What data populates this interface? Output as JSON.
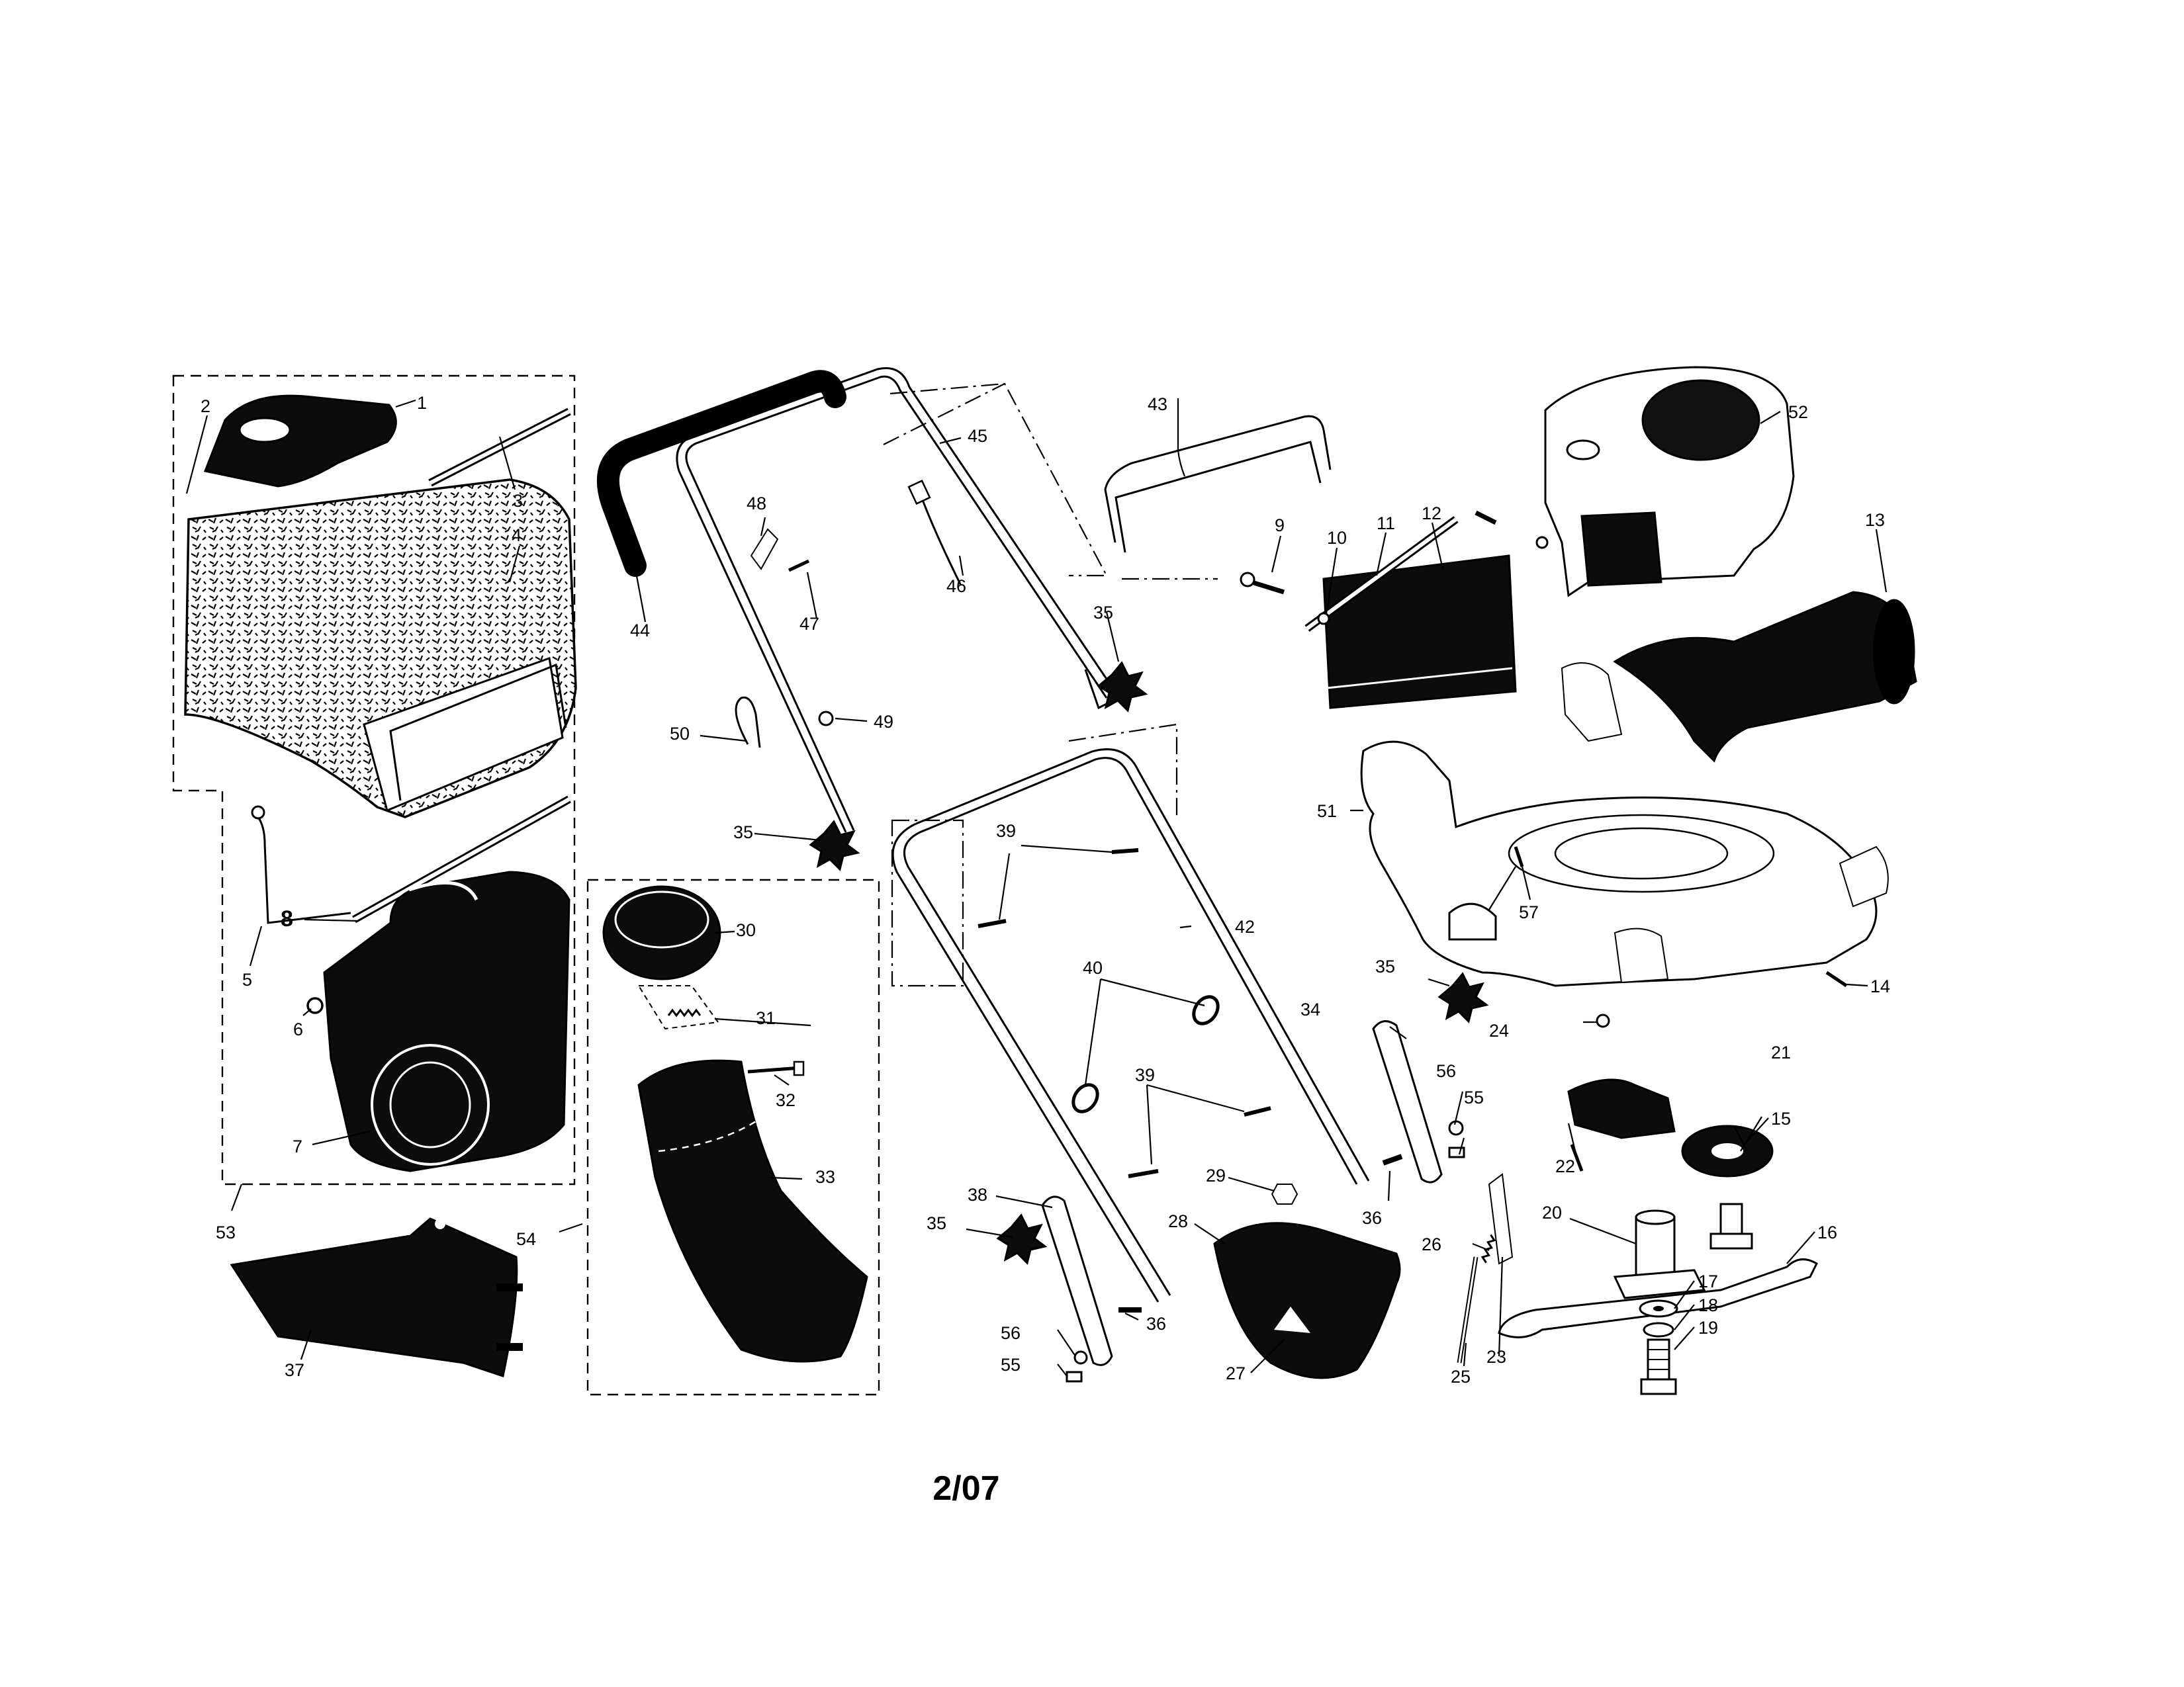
{
  "date_code": "2/07",
  "parts": [
    {
      "id": "1",
      "label": "1"
    },
    {
      "id": "2",
      "label": "2"
    },
    {
      "id": "3",
      "label": "3"
    },
    {
      "id": "4",
      "label": "4"
    },
    {
      "id": "5",
      "label": "5"
    },
    {
      "id": "6",
      "label": "6"
    },
    {
      "id": "7",
      "label": "7"
    },
    {
      "id": "8",
      "label": "8"
    },
    {
      "id": "9",
      "label": "9"
    },
    {
      "id": "10",
      "label": "10"
    },
    {
      "id": "11",
      "label": "11"
    },
    {
      "id": "12",
      "label": "12"
    },
    {
      "id": "13",
      "label": "13"
    },
    {
      "id": "14",
      "label": "14"
    },
    {
      "id": "15",
      "label": "15"
    },
    {
      "id": "16",
      "label": "16"
    },
    {
      "id": "17",
      "label": "17"
    },
    {
      "id": "18",
      "label": "18"
    },
    {
      "id": "19",
      "label": "19"
    },
    {
      "id": "20",
      "label": "20"
    },
    {
      "id": "21",
      "label": "21"
    },
    {
      "id": "22",
      "label": "22"
    },
    {
      "id": "23",
      "label": "23"
    },
    {
      "id": "24",
      "label": "24"
    },
    {
      "id": "25",
      "label": "25"
    },
    {
      "id": "26",
      "label": "26"
    },
    {
      "id": "27",
      "label": "27"
    },
    {
      "id": "28",
      "label": "28"
    },
    {
      "id": "29",
      "label": "29"
    },
    {
      "id": "30",
      "label": "30"
    },
    {
      "id": "31",
      "label": "31"
    },
    {
      "id": "32",
      "label": "32"
    },
    {
      "id": "33",
      "label": "33"
    },
    {
      "id": "34",
      "label": "34"
    },
    {
      "id": "35a",
      "label": "35"
    },
    {
      "id": "35b",
      "label": "35"
    },
    {
      "id": "35c",
      "label": "35"
    },
    {
      "id": "35d",
      "label": "35"
    },
    {
      "id": "36a",
      "label": "36"
    },
    {
      "id": "36b",
      "label": "36"
    },
    {
      "id": "37",
      "label": "37"
    },
    {
      "id": "38",
      "label": "38"
    },
    {
      "id": "39a",
      "label": "39"
    },
    {
      "id": "39b",
      "label": "39"
    },
    {
      "id": "40",
      "label": "40"
    },
    {
      "id": "42",
      "label": "42"
    },
    {
      "id": "43",
      "label": "43"
    },
    {
      "id": "44",
      "label": "44"
    },
    {
      "id": "45",
      "label": "45"
    },
    {
      "id": "46",
      "label": "46"
    },
    {
      "id": "47",
      "label": "47"
    },
    {
      "id": "48",
      "label": "48"
    },
    {
      "id": "49",
      "label": "49"
    },
    {
      "id": "50",
      "label": "50"
    },
    {
      "id": "51",
      "label": "51"
    },
    {
      "id": "52",
      "label": "52"
    },
    {
      "id": "53",
      "label": "53"
    },
    {
      "id": "54",
      "label": "54"
    },
    {
      "id": "55a",
      "label": "55"
    },
    {
      "id": "55b",
      "label": "55"
    },
    {
      "id": "56a",
      "label": "56"
    },
    {
      "id": "56b",
      "label": "56"
    },
    {
      "id": "57",
      "label": "57"
    }
  ]
}
